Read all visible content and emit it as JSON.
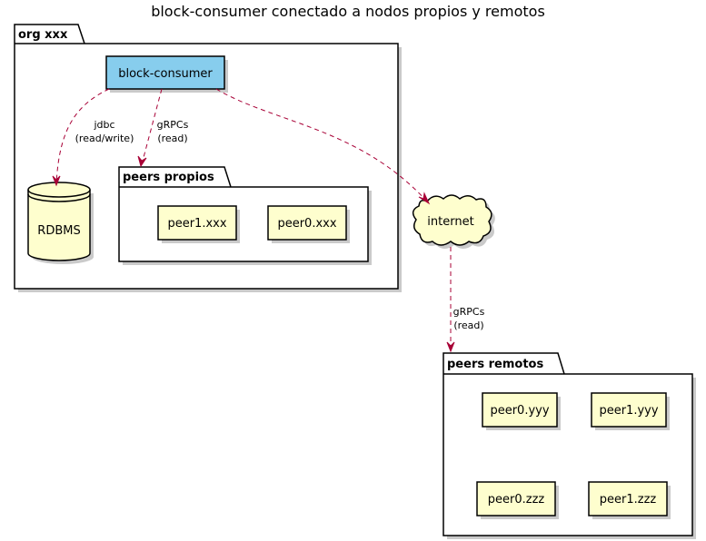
{
  "title": "block-consumer conectado a nodos propios y remotos",
  "packages": {
    "org": "org xxx",
    "peers_propios": "peers propios",
    "peers_remotos": "peers remotos"
  },
  "nodes": {
    "block_consumer": "block-consumer",
    "rdbms": "RDBMS",
    "internet": "internet",
    "peer1_xxx": "peer1.xxx",
    "peer0_xxx": "peer0.xxx",
    "peer0_yyy": "peer0.yyy",
    "peer1_yyy": "peer1.yyy",
    "peer0_zzz": "peer0.zzz",
    "peer1_zzz": "peer1.zzz"
  },
  "edges": {
    "jdbc": [
      "jdbc",
      "(read/write)"
    ],
    "grpc_propios": [
      "gRPCs",
      "(read)"
    ],
    "grpc_remotos": [
      "gRPCs",
      "(read)"
    ]
  },
  "colors": {
    "block_consumer": "#87cded",
    "node_fill": "#fefece",
    "edge": "#a80036"
  }
}
